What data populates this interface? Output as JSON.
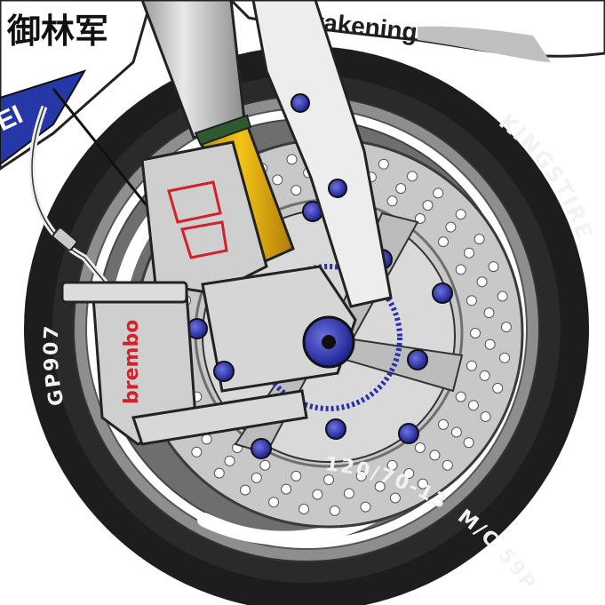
{
  "colors": {
    "tire": "#1d1d1d",
    "rim": "#8e8e8e",
    "rim_inner": "#ffffff",
    "disc": "#c8c8c8",
    "hole": "#ffffff",
    "fork_gold": "#e0a80c",
    "fork_silver": "#d0d0d0",
    "anodized_blue": "#2b2fa8",
    "fairing_blue": "#2638a8",
    "brembo_red": "#d4202a"
  },
  "fairing": {
    "slogan": "V awakening",
    "calligraphy": "御林军",
    "partial_logo": "EI"
  },
  "tire": {
    "brand": "KINGSTIRE",
    "model": "GP907",
    "size": "120/70-13",
    "spec": "M/C 59P"
  },
  "caliper": {
    "brand": "brembo"
  },
  "icons": {
    "fork_logo": "gs-monogram-icon",
    "axle": "axle-nut-icon"
  }
}
